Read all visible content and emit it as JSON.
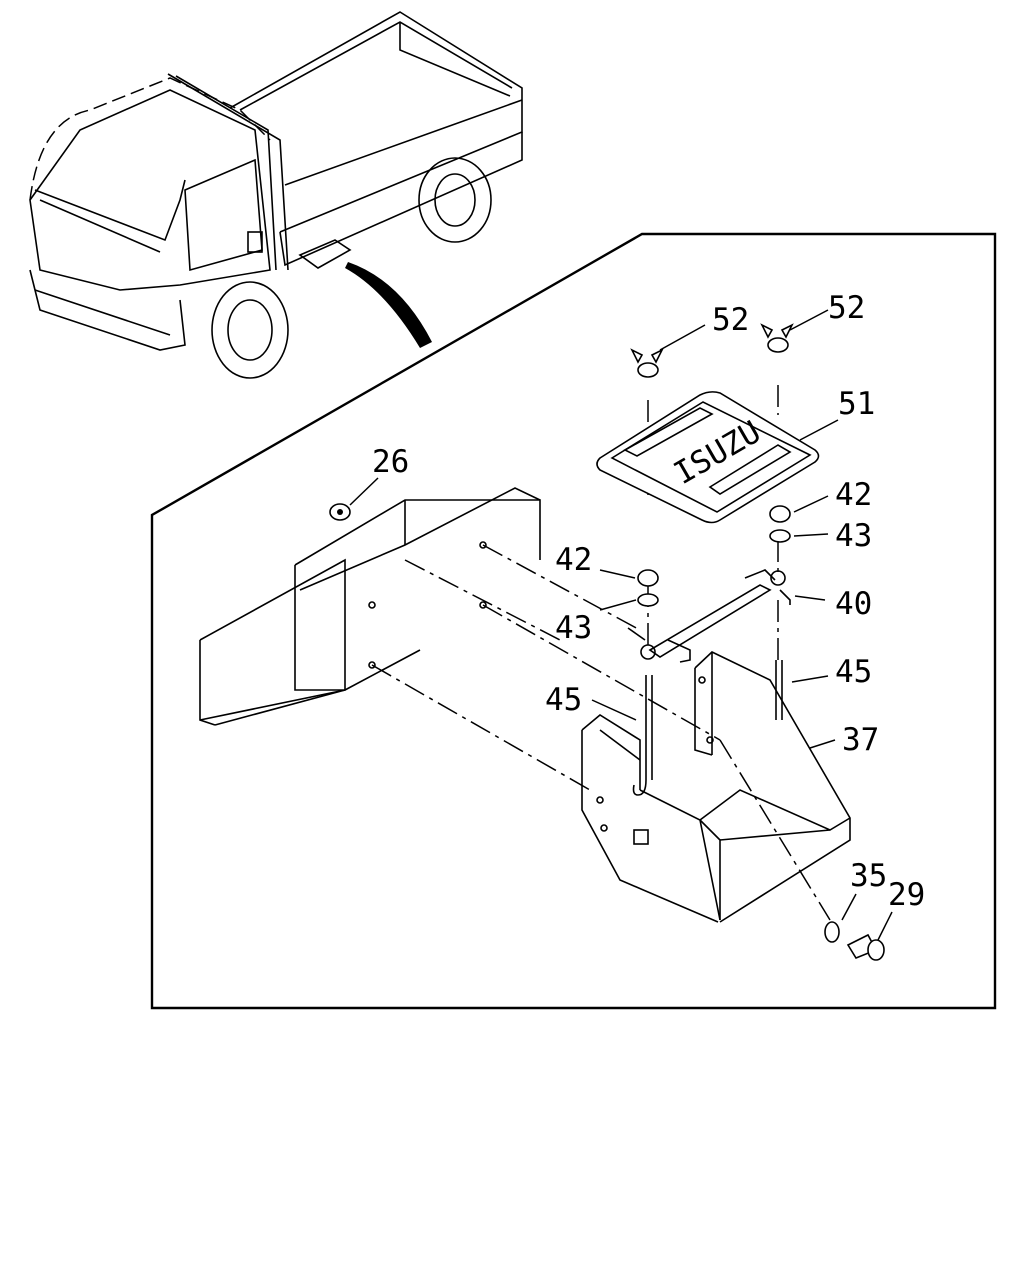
{
  "diagram": {
    "type": "exploded-parts-diagram",
    "subject": "battery carrier assembly",
    "cover_text": "ISUZU",
    "callouts": [
      {
        "id": "c52a",
        "text": "52"
      },
      {
        "id": "c52b",
        "text": "52"
      },
      {
        "id": "c51",
        "text": "51"
      },
      {
        "id": "c26",
        "text": "26"
      },
      {
        "id": "c42a",
        "text": "42"
      },
      {
        "id": "c43a",
        "text": "43"
      },
      {
        "id": "c42b",
        "text": "42"
      },
      {
        "id": "c43b",
        "text": "43"
      },
      {
        "id": "c40",
        "text": "40"
      },
      {
        "id": "c45a",
        "text": "45"
      },
      {
        "id": "c45b",
        "text": "45"
      },
      {
        "id": "c37",
        "text": "37"
      },
      {
        "id": "c35",
        "text": "35"
      },
      {
        "id": "c29",
        "text": "29"
      }
    ]
  }
}
